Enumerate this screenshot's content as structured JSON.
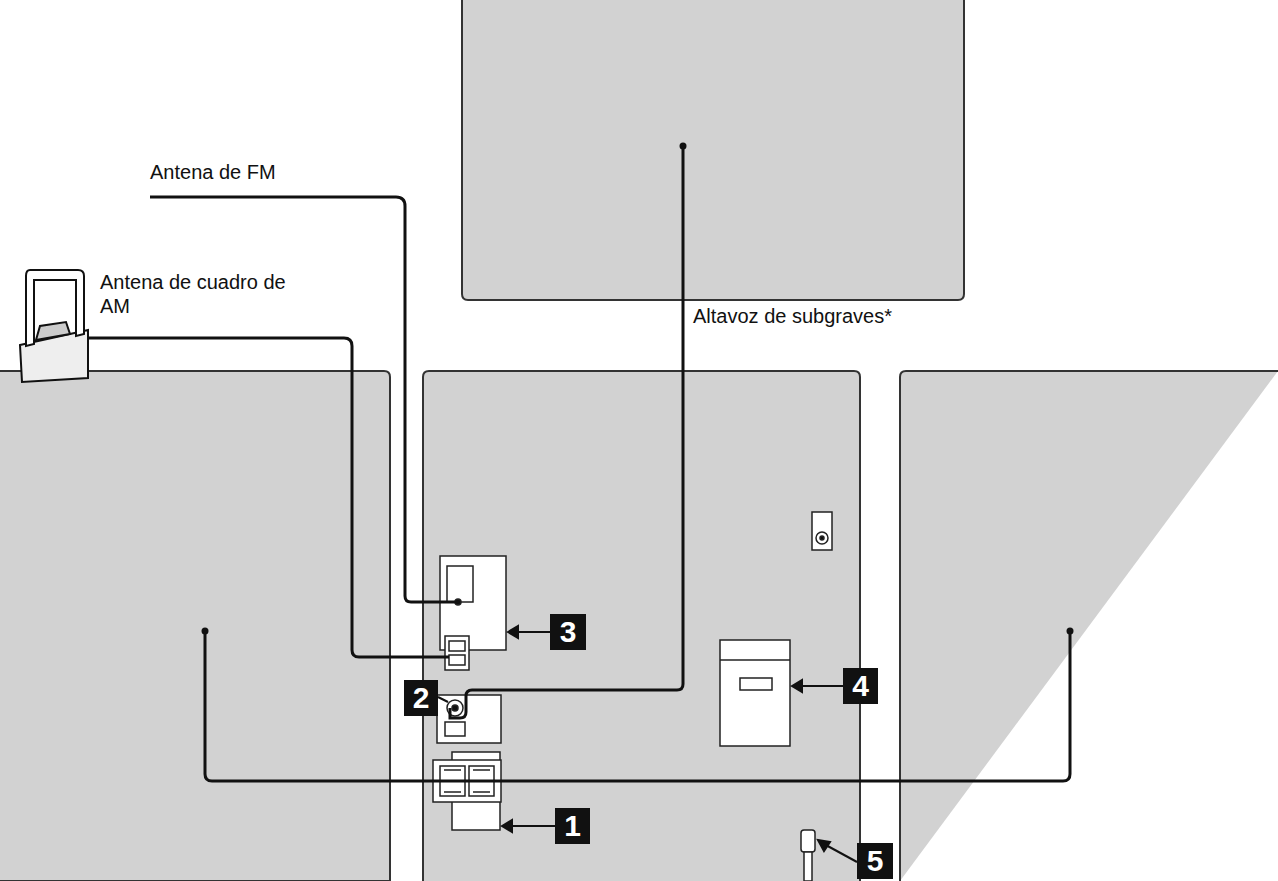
{
  "diagram": {
    "labels": [
      "Antena de FM",
      "Antena de cuadro de AM",
      "Altavoz de subgraves*",
      "3",
      "2",
      "4",
      "1",
      "5"
    ]
  }
}
